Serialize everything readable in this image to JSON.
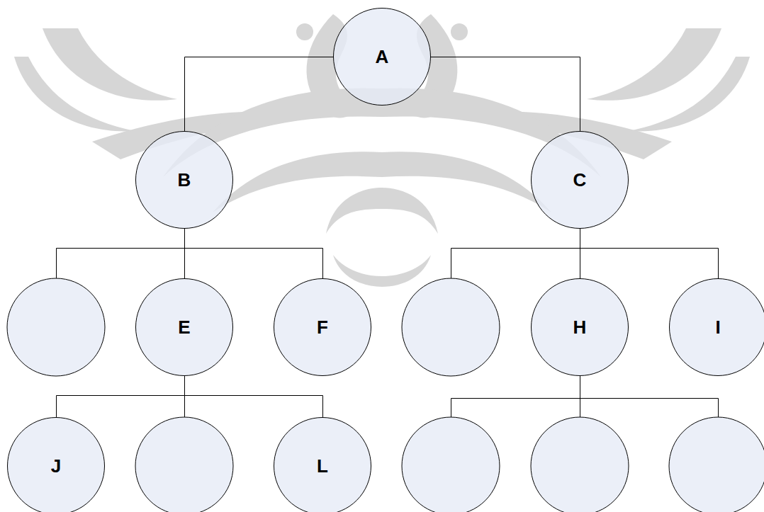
{
  "diagram": {
    "nodes": [
      {
        "text": [
          "A"
        ]
      },
      {
        "text": [
          "B"
        ]
      },
      {
        "text": [
          "C"
        ]
      },
      {
        "text": [
          "E"
        ]
      },
      {
        "text": [
          "F"
        ]
      },
      {
        "text": [
          "H"
        ]
      },
      {
        "text": [
          "I"
        ]
      },
      {
        "text": [
          "J"
        ]
      },
      {
        "text": [
          "L"
        ]
      }
    ],
    "edges": [
      {
        "from": 0,
        "to": 1,
        "arrow": "none"
      },
      {
        "from": 0,
        "to": 2,
        "arrow": "none"
      },
      {
        "from": 1,
        "to": 3,
        "arrow": "none"
      },
      {
        "from": 1,
        "to": 4,
        "arrow": "none"
      },
      {
        "from": 2,
        "to": 5,
        "arrow": "none"
      },
      {
        "from": 2,
        "to": 6,
        "arrow": "none"
      },
      {
        "from": 3,
        "to": 7,
        "arrow": "none"
      },
      {
        "from": 3,
        "to": 8,
        "arrow": "none"
      }
    ]
  }
}
